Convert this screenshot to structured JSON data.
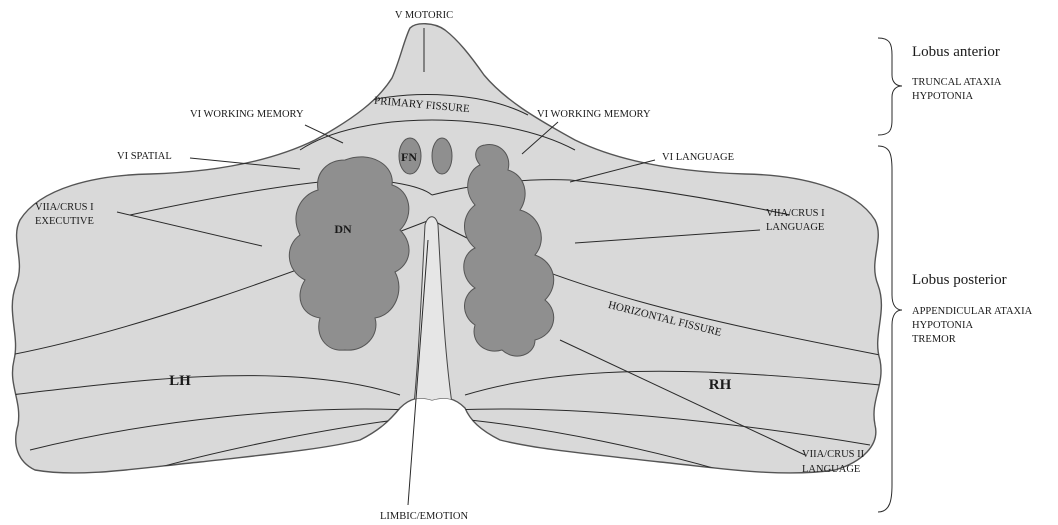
{
  "diagram": {
    "top_label": "V MOTORIC",
    "primary_fissure": "PRIMARY FISSURE",
    "horizontal_fissure": "HORIZONTAL FISSURE",
    "left_hemisphere": "LH",
    "right_hemisphere": "RH",
    "fastigial_nucleus": "FN",
    "dentate_nucleus": "DN",
    "callouts": {
      "vi_wm_left": "VI WORKING MEMORY",
      "vi_wm_right": "VI WORKING MEMORY",
      "vi_spatial": "VI SPATIAL",
      "vi_language": "VI LANGUAGE",
      "viia_exec_1": "VIIA/CRUS I",
      "viia_exec_2": "EXECUTIVE",
      "viia_lang_1": "VIIA/CRUS I",
      "viia_lang_2": "LANGUAGE",
      "viia2_lang_1": "VIIA/CRUS II",
      "viia2_lang_2": "LANGUAGE",
      "limbic": "LIMBIC/EMOTION"
    }
  },
  "legend": {
    "anterior": {
      "title": "Lobus anterior",
      "lines": [
        "TRUNCAL ATAXIA",
        "HYPOTONIA"
      ]
    },
    "posterior": {
      "title": "Lobus posterior",
      "lines": [
        "APPENDICULAR ATAXIA",
        "HYPOTONIA",
        "TREMOR"
      ]
    }
  }
}
